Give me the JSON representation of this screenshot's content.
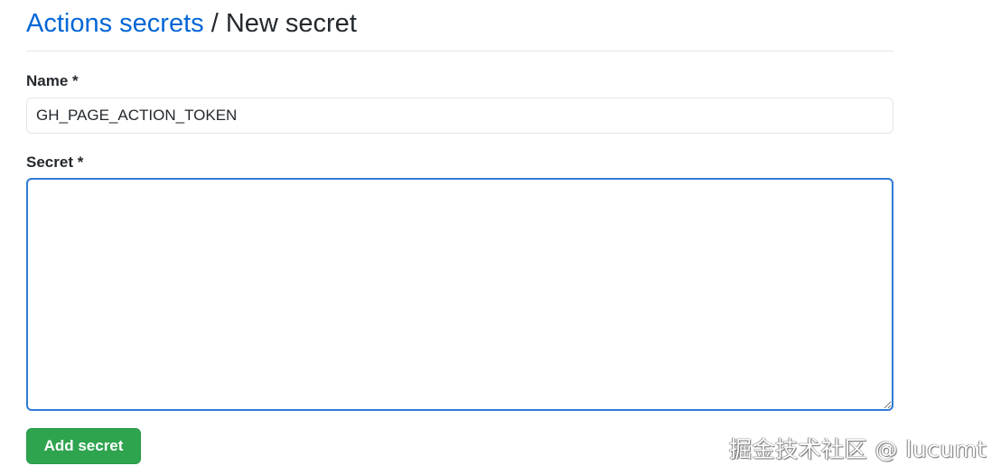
{
  "header": {
    "breadcrumb_link": "Actions secrets",
    "separator": "/",
    "current_page": "New secret"
  },
  "form": {
    "name_label": "Name *",
    "name_value": "GH_PAGE_ACTION_TOKEN",
    "secret_label": "Secret *",
    "secret_value": "",
    "submit_label": "Add secret"
  },
  "colors": {
    "link": "#0366d6",
    "focus_border": "#2f7bd3",
    "button_bg": "#2ea44f"
  },
  "watermark": "掘金技术社区 @ lucumt"
}
